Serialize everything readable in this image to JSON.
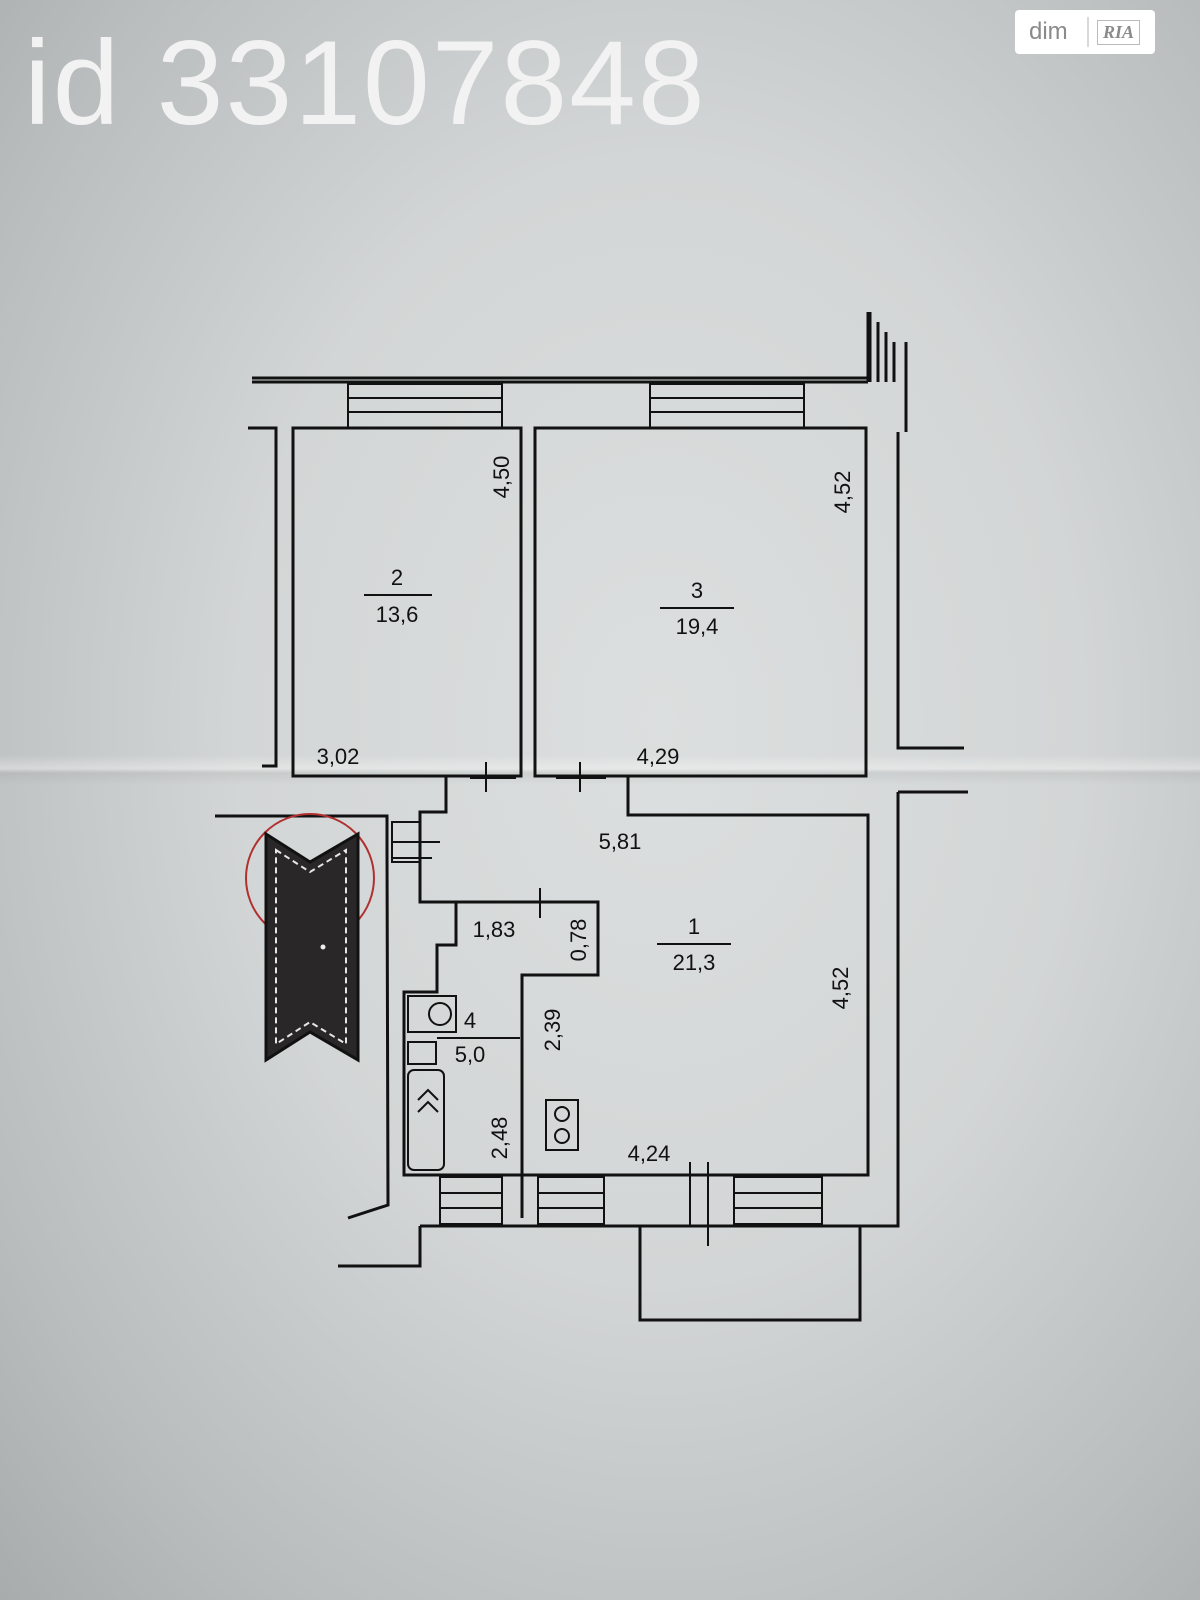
{
  "listing": {
    "id_text": "id 33107848"
  },
  "logo": {
    "left": "dim",
    "right": "RIA"
  },
  "rooms": [
    {
      "number": "1",
      "area": "21,3"
    },
    {
      "number": "2",
      "area": "13,6"
    },
    {
      "number": "3",
      "area": "19,4"
    },
    {
      "number": "4",
      "area": "5,0"
    }
  ],
  "dimensions": {
    "room2_height": "4,50",
    "room2_width": "3,02",
    "room3_height": "4,52",
    "room3_width": "4,29",
    "room1_top": "5,81",
    "room1_height": "4,52",
    "room1_bottom": "4,24",
    "corridor_width": "1,83",
    "corridor_depth": "0,78",
    "kitchen_wall": "2,39",
    "bath_length": "2,48"
  },
  "colors": {
    "background": "#d3d6d6",
    "walls": "#111111",
    "watermark": "#f2f2f2",
    "stair_marker": "#b03030"
  }
}
